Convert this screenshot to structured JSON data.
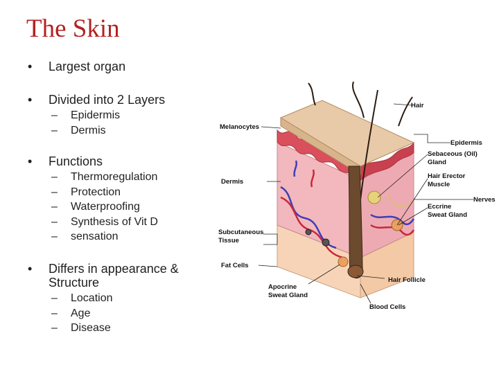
{
  "title": "The Skin",
  "bullets": [
    {
      "text": "Largest organ",
      "subs": []
    },
    {
      "text": "Divided into 2 Layers",
      "subs": [
        "Epidermis",
        "Dermis"
      ]
    },
    {
      "text": "Functions",
      "subs": [
        "Thermoregulation",
        "Protection",
        "Waterproofing",
        "Synthesis of Vit D",
        "sensation"
      ]
    },
    {
      "text": "Differs in appearance & Structure",
      "subs": [
        "Location",
        "Age",
        "Disease"
      ]
    }
  ],
  "bullet_glyph": "•",
  "dash_glyph": "–",
  "diagram": {
    "labels": {
      "hair": "Hair",
      "melanocytes": "Melanocytes",
      "epidermis": "Epidermis",
      "sebaceous_1": "Sebaceous (Oil)",
      "sebaceous_2": "Gland",
      "dermis": "Dermis",
      "hair_erector_1": "Hair Erector",
      "hair_erector_2": "Muscle",
      "nerves": "Nerves",
      "eccrine_1": "Eccrine",
      "eccrine_2": "Sweat Gland",
      "subcutaneous_1": "Subcutaneous",
      "subcutaneous_2": "Tissue",
      "fat_cells": "Fat Cells",
      "hair_follicle": "Hair Follicle",
      "apocrine_1": "Apocrine",
      "apocrine_2": "Sweat Gland",
      "blood_cells": "Blood Cells"
    },
    "colors": {
      "title": "#b22222",
      "skin_top": "#e8c9a8",
      "epidermis": "#d94f5c",
      "dermis": "#f2b8bd",
      "subcutaneous": "#f7d4b8",
      "vessel_blue": "#3d3db8",
      "vessel_red": "#c8283c"
    }
  }
}
